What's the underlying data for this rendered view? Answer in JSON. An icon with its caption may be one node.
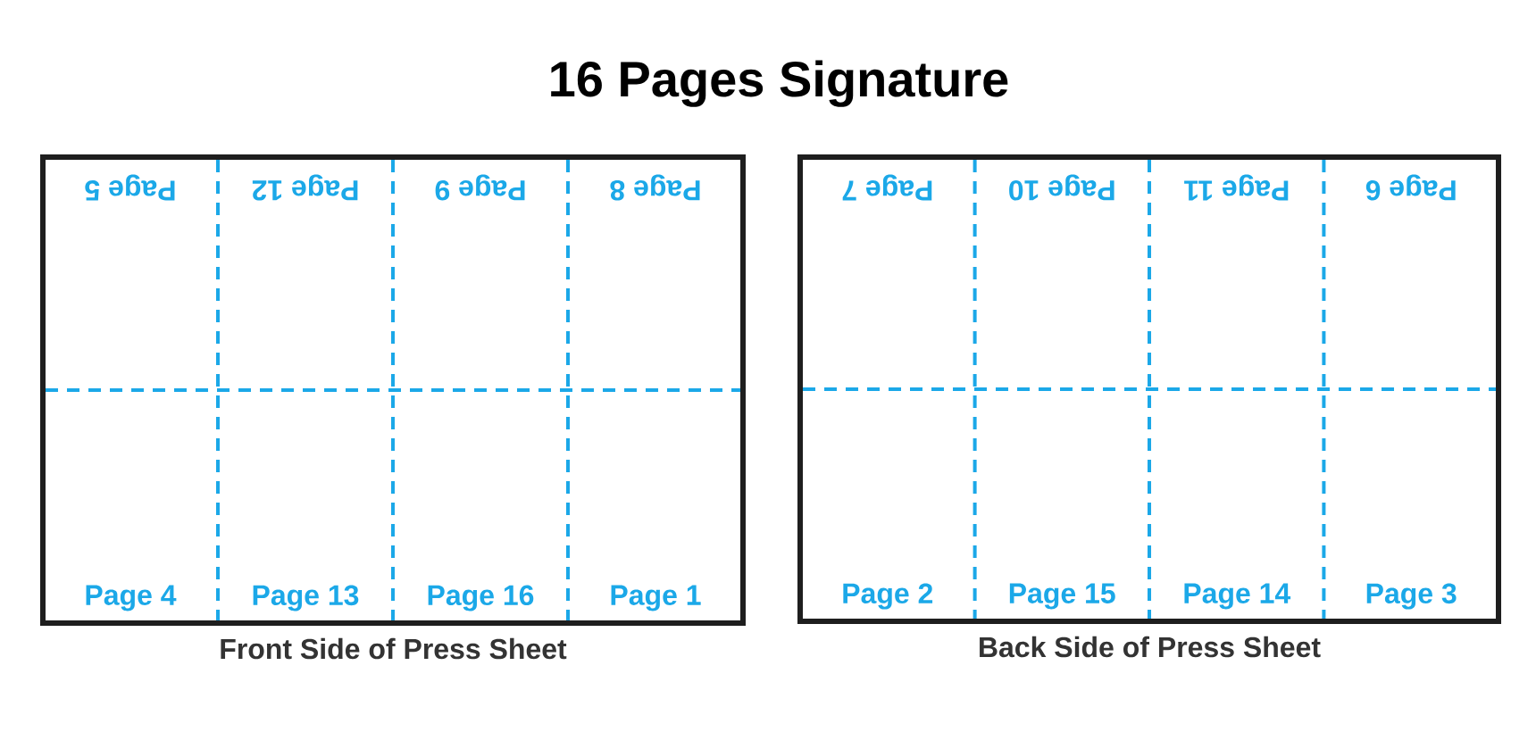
{
  "diagram": {
    "title": "16 Pages Signature",
    "nodes": [
      {
        "text": [],
        "shape": "box",
        "beside": [
          "Front Side of Press Sheet"
        ]
      },
      {
        "text": [
          "Page 5"
        ],
        "in": 0
      },
      {
        "text": [
          "Page 12"
        ],
        "in": 0
      },
      {
        "text": [
          "Page 9"
        ],
        "in": 0
      },
      {
        "text": [
          "Page 8"
        ],
        "in": 0
      },
      {
        "text": [
          "Page 4"
        ],
        "in": 0
      },
      {
        "text": [
          "Page 13"
        ],
        "in": 0
      },
      {
        "text": [
          "Page 16"
        ],
        "in": 0
      },
      {
        "text": [
          "Page 1"
        ],
        "in": 0
      },
      {
        "text": [],
        "shape": "box",
        "beside": [
          "Back Side of Press Sheet"
        ]
      },
      {
        "text": [
          "Page 7"
        ],
        "in": 9
      },
      {
        "text": [
          "Page 10"
        ],
        "in": 9
      },
      {
        "text": [
          "Page 11"
        ],
        "in": 9
      },
      {
        "text": [
          "Page 6"
        ],
        "in": 9
      },
      {
        "text": [
          "Page 2"
        ],
        "in": 9
      },
      {
        "text": [
          "Page 15"
        ],
        "in": 9
      },
      {
        "text": [
          "Page 14"
        ],
        "in": 9
      },
      {
        "text": [
          "Page 3"
        ],
        "in": 9
      }
    ]
  }
}
